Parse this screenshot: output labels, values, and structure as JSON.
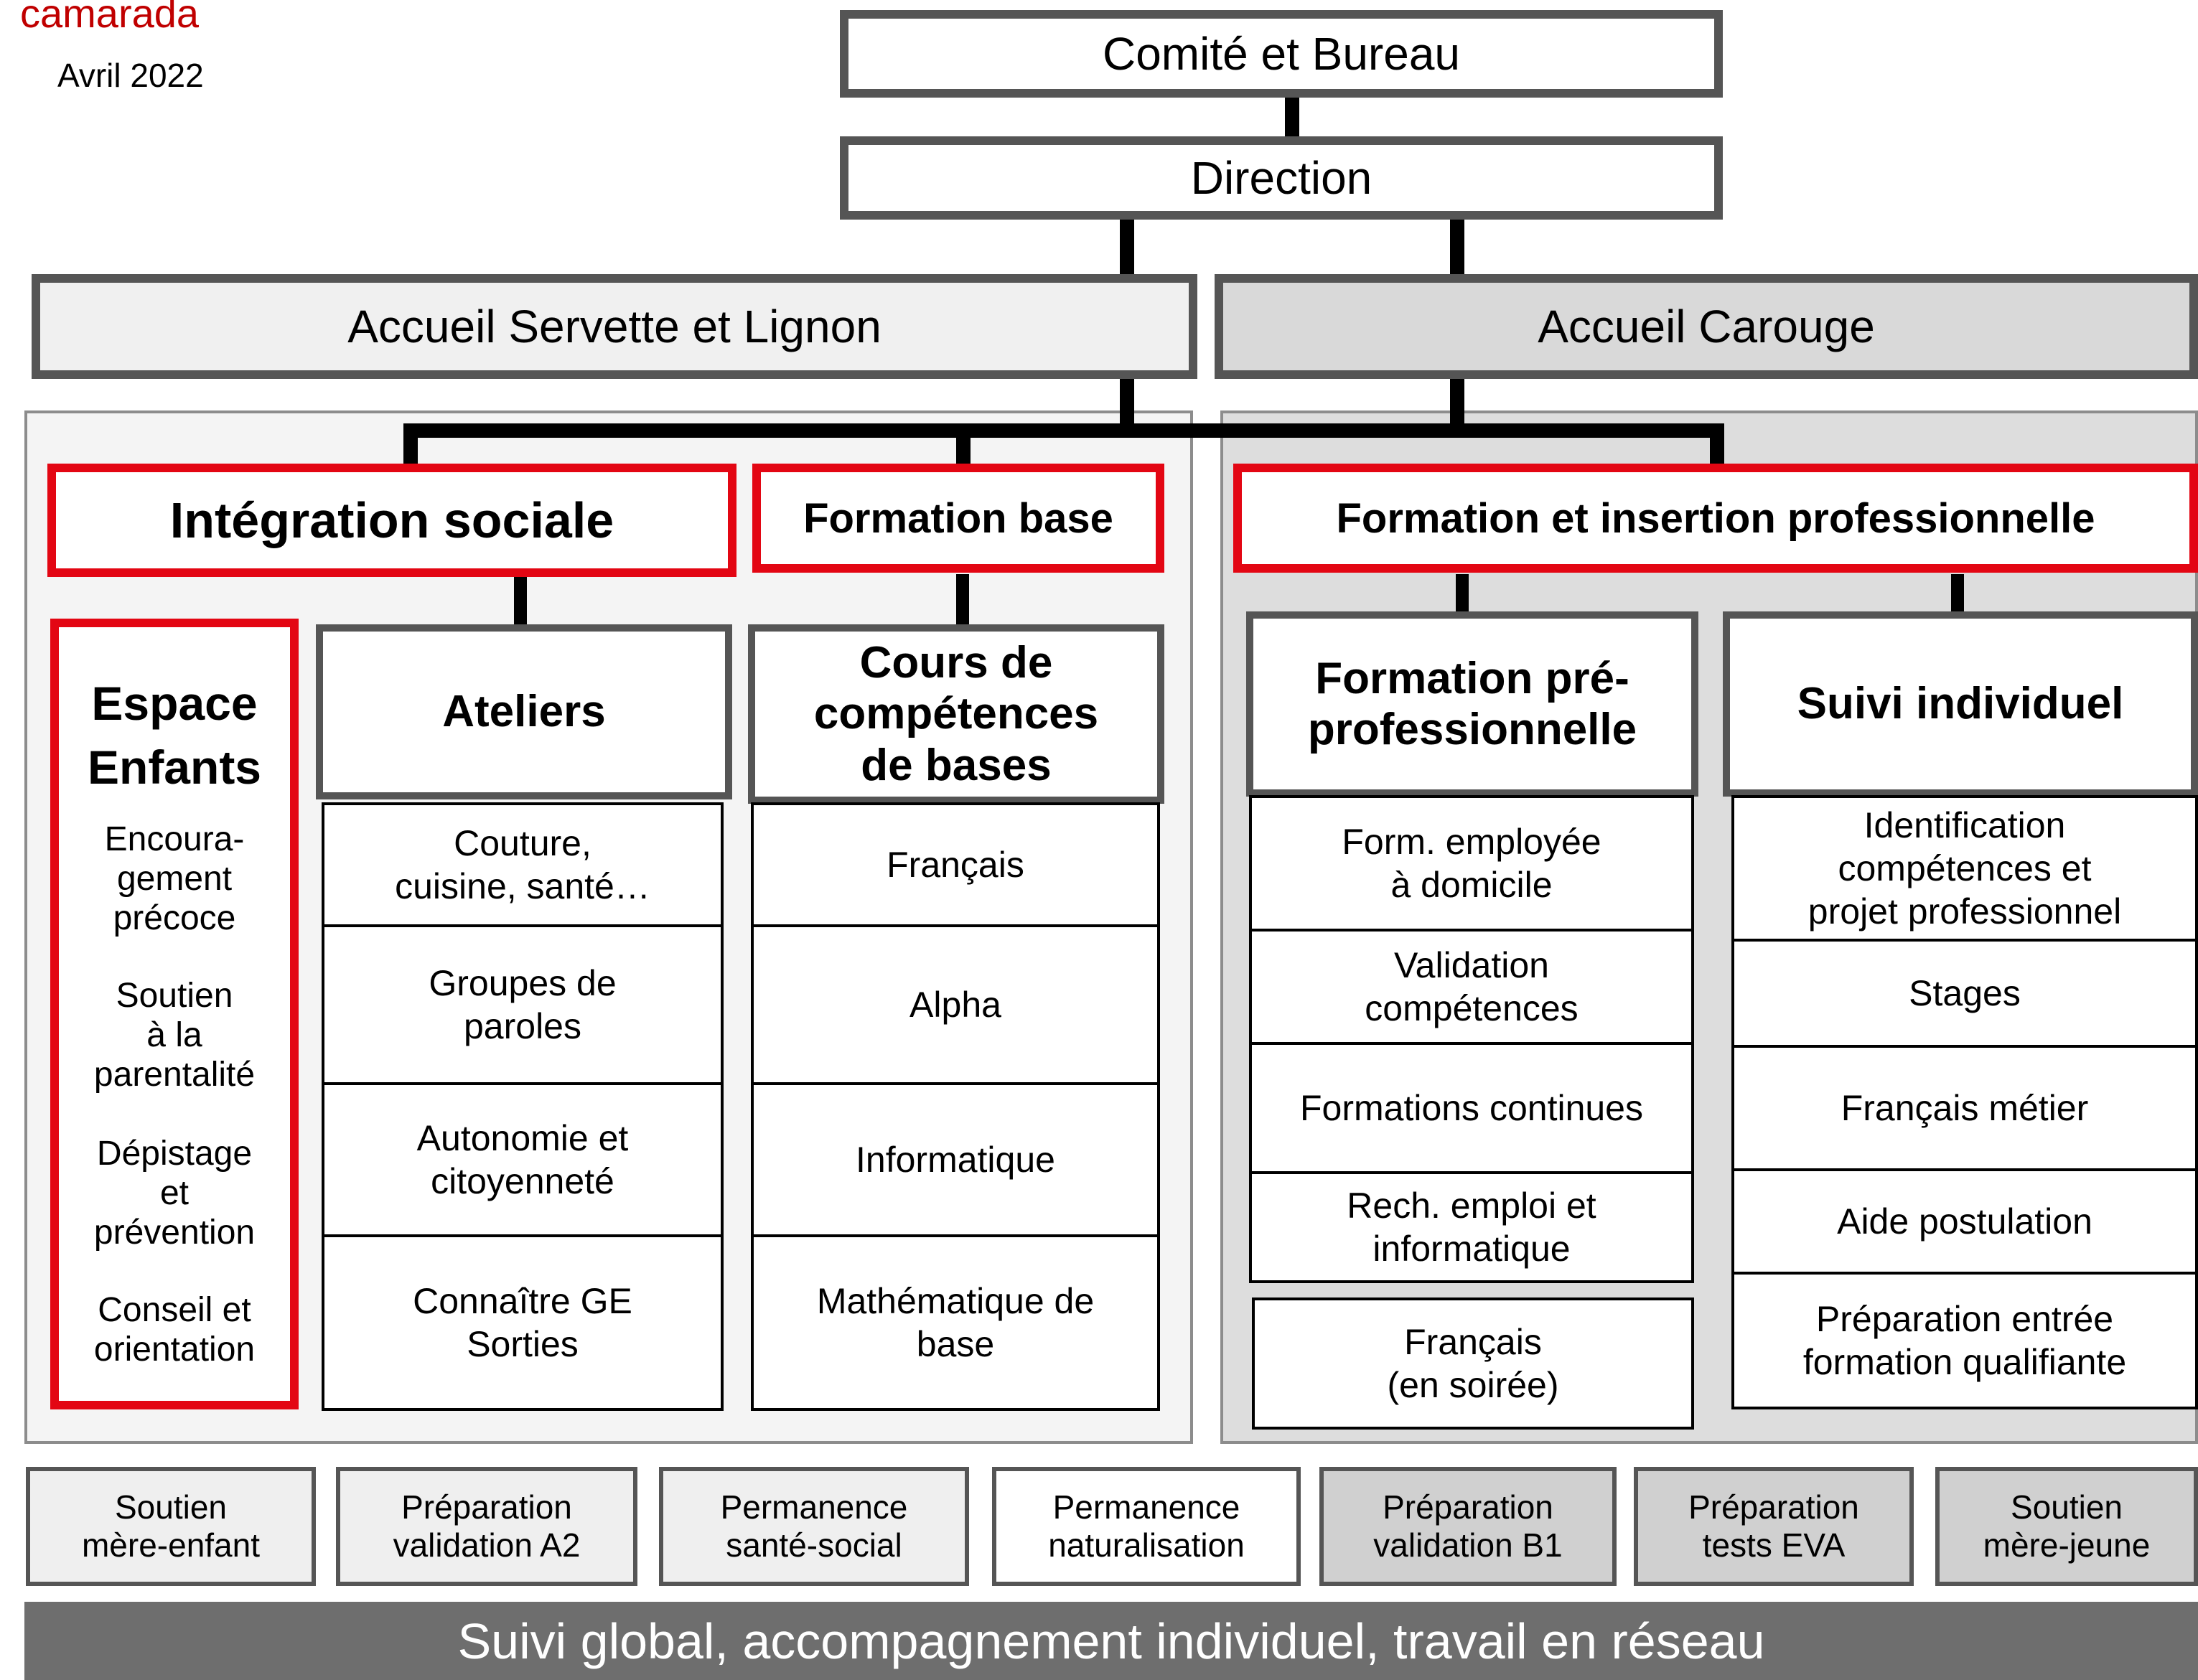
{
  "header": {
    "logo": "camarada",
    "date": "Avril 2022"
  },
  "top": {
    "committee": "Comité et Bureau",
    "direction": "Direction"
  },
  "sites": {
    "left": "Accueil Servette et Lignon",
    "right": "Accueil Carouge"
  },
  "poles": {
    "integration": "Intégration sociale",
    "formation_base": "Formation base",
    "insertion": "Formation et insertion professionnelle"
  },
  "espace_enfants": {
    "title": [
      "Espace",
      "Enfants"
    ],
    "items": [
      [
        "Encoura-",
        "gement",
        "précoce"
      ],
      [
        "Soutien",
        "à la",
        "parentalité"
      ],
      [
        "Dépistage",
        "et",
        "prévention"
      ],
      [
        "Conseil et",
        "orientation"
      ]
    ]
  },
  "ateliers": {
    "title": [
      "Ateliers"
    ],
    "items": [
      [
        "Couture,",
        "cuisine, santé…"
      ],
      [
        "Groupes de",
        "paroles"
      ],
      [
        "Autonomie et",
        "citoyenneté"
      ],
      [
        "Connaître GE",
        "Sorties"
      ]
    ]
  },
  "cours": {
    "title": [
      "Cours de",
      "compétences",
      "de bases"
    ],
    "items": [
      [
        "Français"
      ],
      [
        "Alpha"
      ],
      [
        "Informatique"
      ],
      [
        "Mathématique de",
        "base"
      ]
    ]
  },
  "preprof": {
    "title": [
      "Formation pré-",
      "professionnelle"
    ],
    "items": [
      [
        "Form. employée",
        "à domicile"
      ],
      [
        "Validation",
        "compétences"
      ],
      [
        "Formations continues"
      ],
      [
        "Rech. emploi et",
        "informatique"
      ],
      [
        "Français",
        "(en soirée)"
      ]
    ]
  },
  "suivi": {
    "title": [
      "Suivi individuel"
    ],
    "items": [
      [
        "Identification",
        "compétences et",
        "projet professionnel"
      ],
      [
        "Stages"
      ],
      [
        "Français métier"
      ],
      [
        "Aide postulation"
      ],
      [
        "Préparation entrée",
        "formation qualifiante"
      ]
    ]
  },
  "services": [
    [
      "Soutien",
      "mère-enfant"
    ],
    [
      "Préparation",
      "validation A2"
    ],
    [
      "Permanence",
      "santé-social"
    ],
    [
      "Permanence",
      "naturalisation"
    ],
    [
      "Préparation",
      "validation B1"
    ],
    [
      "Préparation",
      "tests EVA"
    ],
    [
      "Soutien",
      "mère-jeune"
    ]
  ],
  "footer": "Suivi global, accompagnement individuel, travail en réseau",
  "colors": {
    "accent_red": "#e30613",
    "box_border": "#555555",
    "footer_bg": "#6e6e6e",
    "carouge_bg": "#d9d9d9"
  }
}
